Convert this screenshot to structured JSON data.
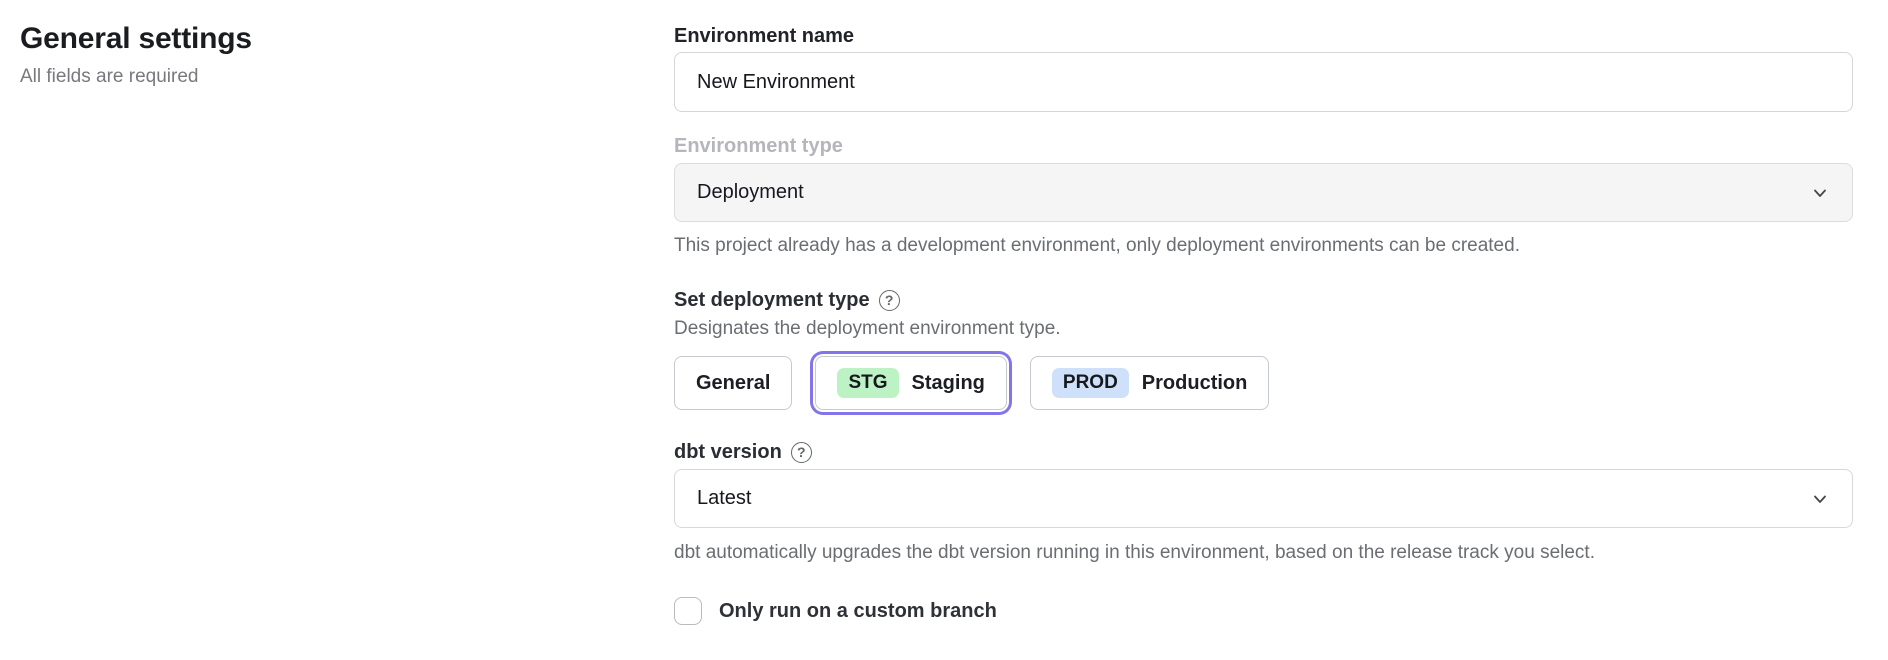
{
  "page": {
    "title": "General settings",
    "subtitle": "All fields are required"
  },
  "form": {
    "environment_name": {
      "label": "Environment name",
      "value": "New Environment"
    },
    "environment_type": {
      "label": "Environment type",
      "value": "Deployment",
      "disabled": true,
      "helper": "This project already has a development environment, only deployment environments can be created."
    },
    "deployment_type": {
      "heading": "Set deployment type",
      "help_icon": "?",
      "description": "Designates the deployment environment type.",
      "options": [
        {
          "label": "General",
          "badge": "",
          "selected": false
        },
        {
          "label": "Staging",
          "badge": "STG",
          "badge_color": "#bdf3c4",
          "selected": true
        },
        {
          "label": "Production",
          "badge": "PROD",
          "badge_color": "#cfe1fa",
          "selected": false
        }
      ]
    },
    "dbt_version": {
      "heading": "dbt version",
      "help_icon": "?",
      "value": "Latest",
      "helper": "dbt automatically upgrades the dbt version running in this environment, based on the release track you select."
    },
    "custom_branch": {
      "label": "Only run on a custom branch",
      "checked": false
    }
  },
  "colors": {
    "selected_ring": "#8474e9",
    "badge_staging": "#bdf3c4",
    "badge_production": "#cfe1fa",
    "disabled_field_bg": "#f5f5f6"
  }
}
